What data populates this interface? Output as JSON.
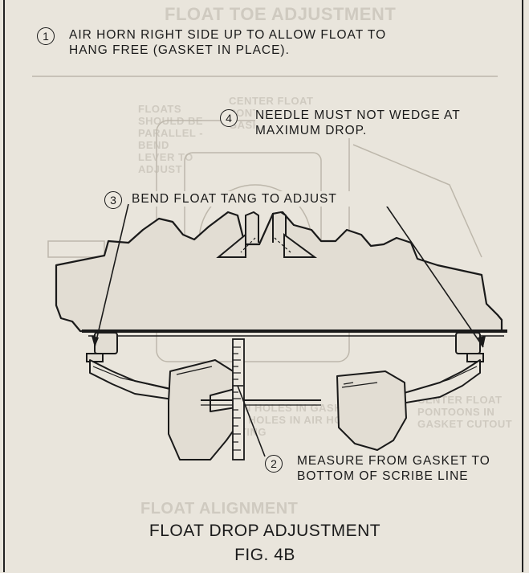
{
  "notes": {
    "n1": {
      "num": "1",
      "text": "AIR HORN RIGHT SIDE UP TO ALLOW FLOAT TO HANG FREE (GASKET IN PLACE)."
    },
    "n2": {
      "num": "2",
      "text": "MEASURE FROM GASKET TO BOTTOM OF SCRIBE LINE"
    },
    "n3": {
      "num": "3",
      "text": "BEND FLOAT TANG TO ADJUST"
    },
    "n4": {
      "num": "4",
      "text": "NEEDLE MUST NOT  WEDGE AT MAXIMUM DROP."
    }
  },
  "caption": {
    "title": "FLOAT DROP ADJUSTMENT",
    "figure": "FIG. 4B"
  },
  "bleed_through": {
    "title": "FLOAT TOE ADJUSTMENT",
    "a": "CENTER FLOAT PONTOONS IN GASKET CUTOUTS",
    "b": "FLOATS SHOULD BE PARALLEL - BEND LEVER TO ADJUST",
    "c": "ALIGN HOLES IN GASKET WITH HOLES IN AIR HORN CASTING",
    "d": "CENTER FLOAT PONTOONS IN GASKET CUTOUT",
    "e": "FLOAT ALIGNMENT"
  },
  "colors": {
    "paper": "#e9e5dc",
    "ink": "#1b1b1b",
    "bleed": "#cfcac0"
  }
}
